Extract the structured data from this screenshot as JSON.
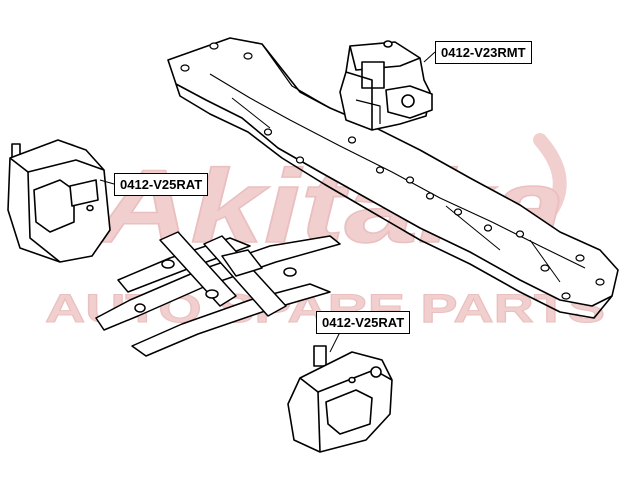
{
  "watermark": {
    "brand": "Akitaka",
    "tagline": "AUTO SPARE PARTS",
    "color": "#e8a9a9"
  },
  "callouts": {
    "top_right": "0412-V23RMT",
    "left": "0412-V25RAT",
    "bottom": "0412-V25RAT"
  }
}
